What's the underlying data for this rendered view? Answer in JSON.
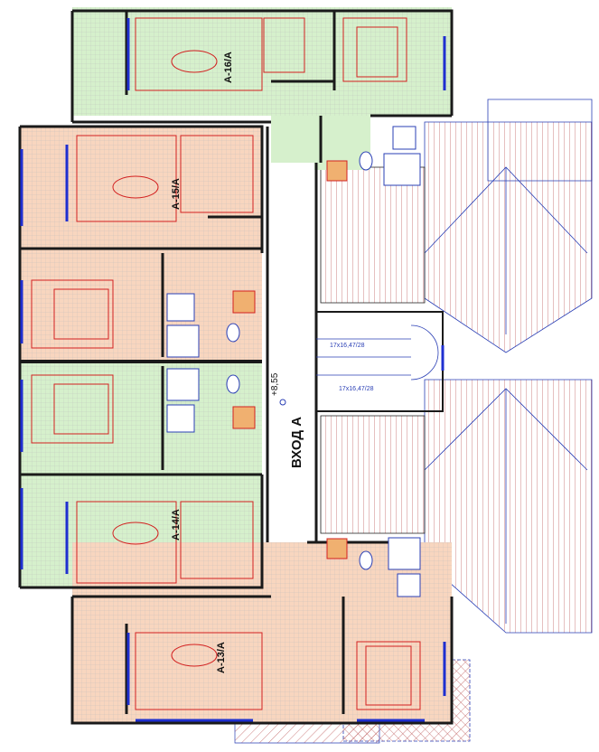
{
  "units": [
    {
      "id": "a16",
      "label": "A-16/A",
      "color": "#d6f0cc"
    },
    {
      "id": "a15",
      "label": "A-15/A",
      "color": "#f8d6bf"
    },
    {
      "id": "a14",
      "label": "A-14/A",
      "color": "#d6f0cc"
    },
    {
      "id": "a13",
      "label": "A-13/A",
      "color": "#f8d6bf"
    }
  ],
  "entrance": {
    "label": "ВХОД А"
  },
  "level": {
    "label": "+8,55"
  },
  "stairs": {
    "upper_flight_label": "17x16,47/28",
    "lower_flight_label": "17x16,47/28"
  },
  "colors": {
    "wall": "#1a1a1a",
    "roof_hatch": "#c06060",
    "window": "#1f2fd0",
    "furniture": "#d22020",
    "roof_outline": "#2a3fb5"
  }
}
